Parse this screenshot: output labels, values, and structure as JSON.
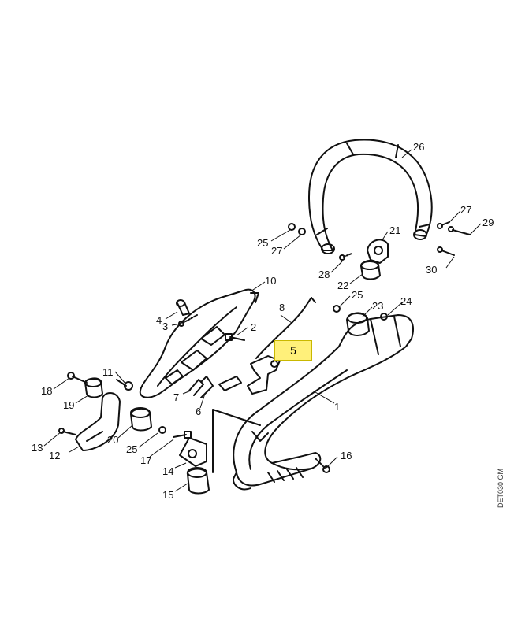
{
  "highlight_color": "#fff07a",
  "highlighted_part": "5",
  "diagram_code": "DET030 GM",
  "labels": {
    "p1": "1",
    "p2": "2",
    "p3": "3",
    "p4": "4",
    "p5": "5",
    "p6": "6",
    "p7": "7",
    "p8": "8",
    "p10": "10",
    "p11": "11",
    "p12": "12",
    "p13": "13",
    "p14": "14",
    "p15": "15",
    "p16": "16",
    "p17": "17",
    "p18": "18",
    "p19": "19",
    "p20": "20",
    "p21": "21",
    "p22": "22",
    "p23": "23",
    "p24": "24",
    "p25a": "25",
    "p25b": "25",
    "p25c": "25",
    "p26": "26",
    "p27a": "27",
    "p27b": "27",
    "p28": "28",
    "p29": "29",
    "p30": "30"
  }
}
